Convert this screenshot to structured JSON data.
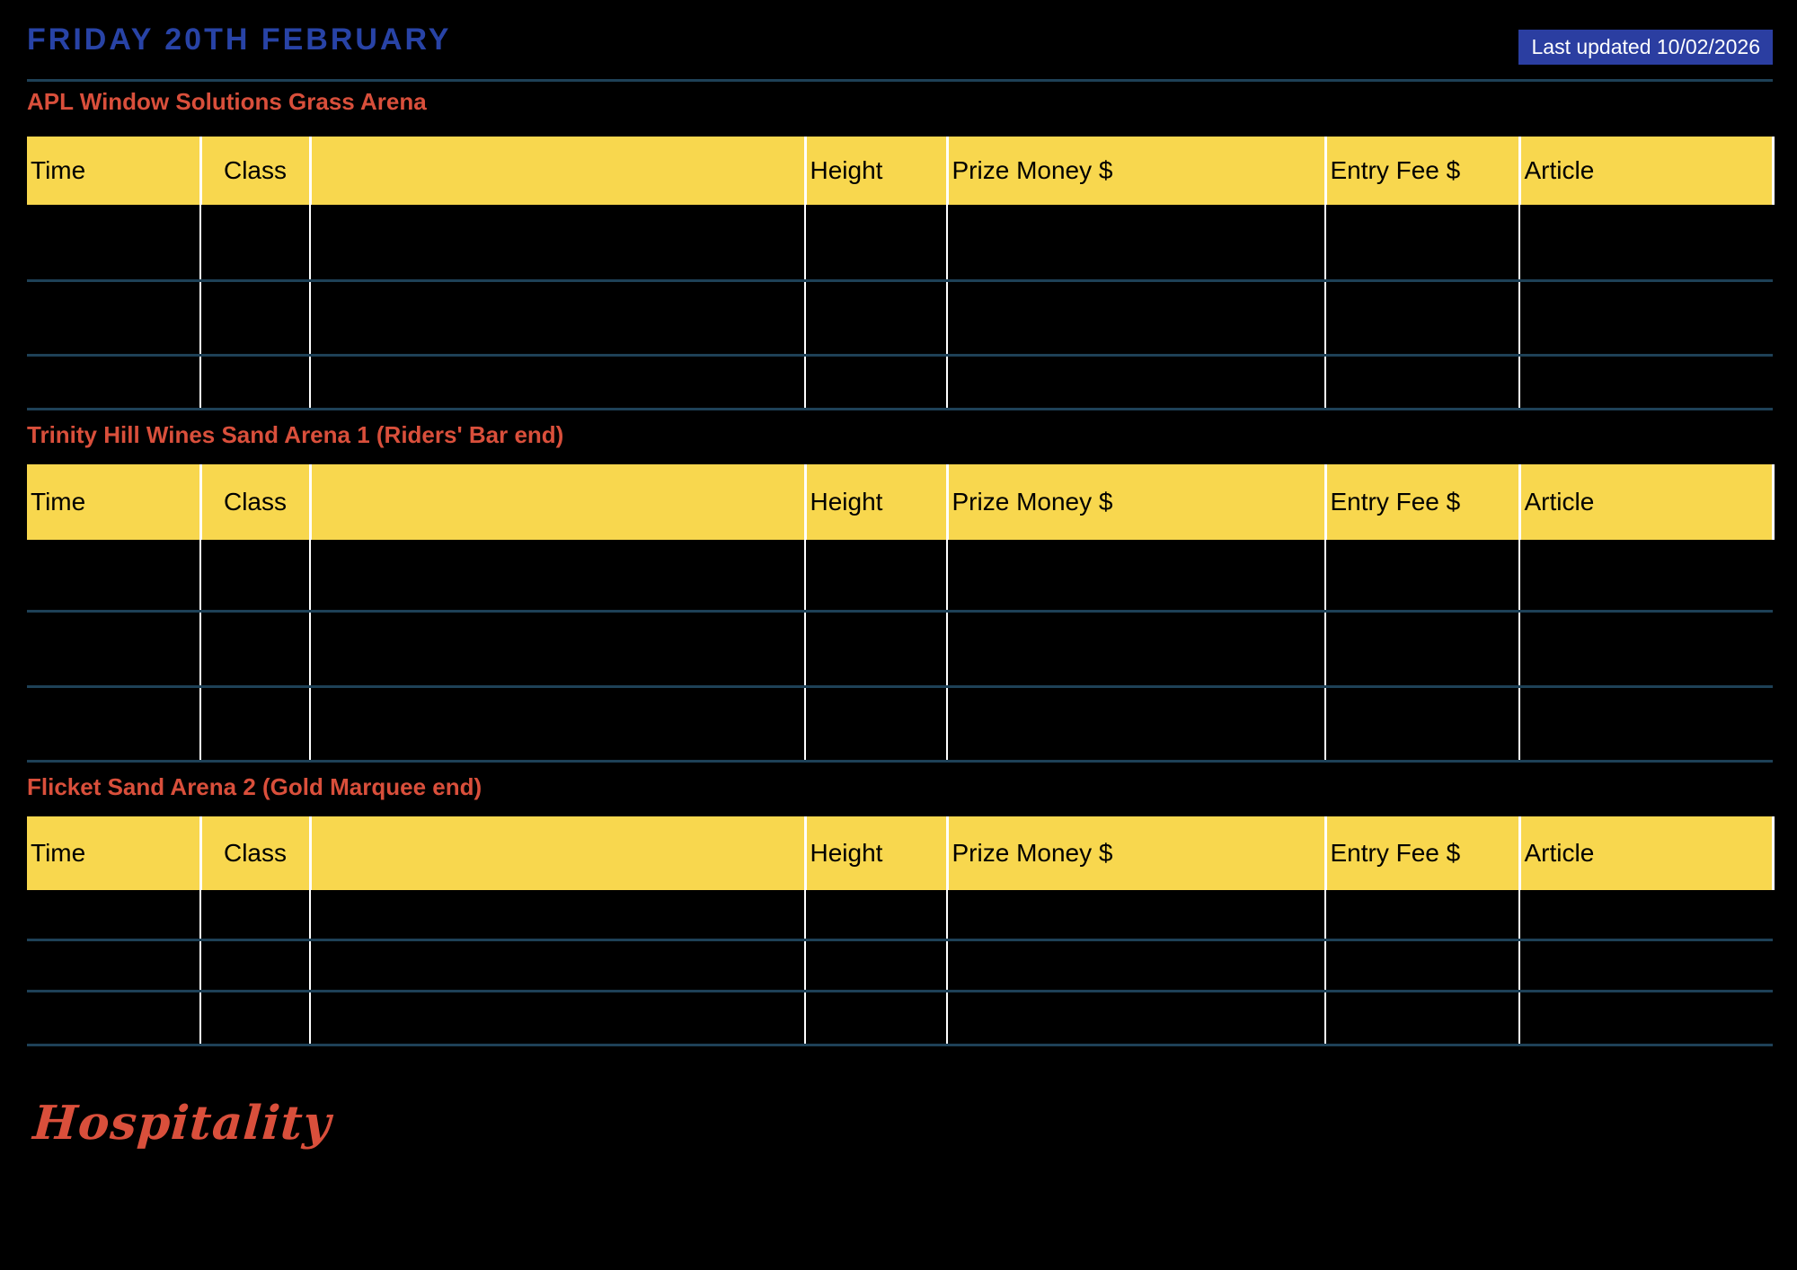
{
  "page": {
    "title": "FRIDAY 20TH FEBRUARY",
    "last_updated": "Last updated 10/02/2026",
    "footer_script": "Hospitality"
  },
  "table_headers": [
    "Time",
    "Class",
    "",
    "Height",
    "Prize Money $",
    "Entry Fee $",
    "Article"
  ],
  "sections": [
    {
      "title": "APL Window Solutions Grass Arena",
      "rows": [
        [
          "",
          "",
          "",
          "",
          "",
          "",
          ""
        ],
        [
          "",
          "",
          "",
          "",
          "",
          "",
          ""
        ],
        [
          "",
          "",
          "",
          "",
          "",
          "",
          ""
        ]
      ]
    },
    {
      "title": "Trinity Hill Wines Sand Arena 1 (Riders' Bar end)",
      "rows": [
        [
          "",
          "",
          "",
          "",
          "",
          "",
          ""
        ],
        [
          "",
          "",
          "",
          "",
          "",
          "",
          ""
        ],
        [
          "",
          "",
          "",
          "",
          "",
          "",
          ""
        ]
      ]
    },
    {
      "title": "Flicket Sand Arena 2 (Gold Marquee end)",
      "rows": [
        [
          "",
          "",
          "",
          "",
          "",
          "",
          ""
        ],
        [
          "",
          "",
          "",
          "",
          "",
          "",
          ""
        ],
        [
          "",
          "",
          "",
          "",
          "",
          "",
          ""
        ]
      ]
    }
  ],
  "colors": {
    "background": "#000000",
    "title_blue": "#2843a6",
    "badge_blue": "#2b3ea1",
    "line_blue": "#1e4157",
    "heading_red": "#d94f3b",
    "header_yellow": "#f8d74e",
    "separator_white": "#ffffff"
  }
}
